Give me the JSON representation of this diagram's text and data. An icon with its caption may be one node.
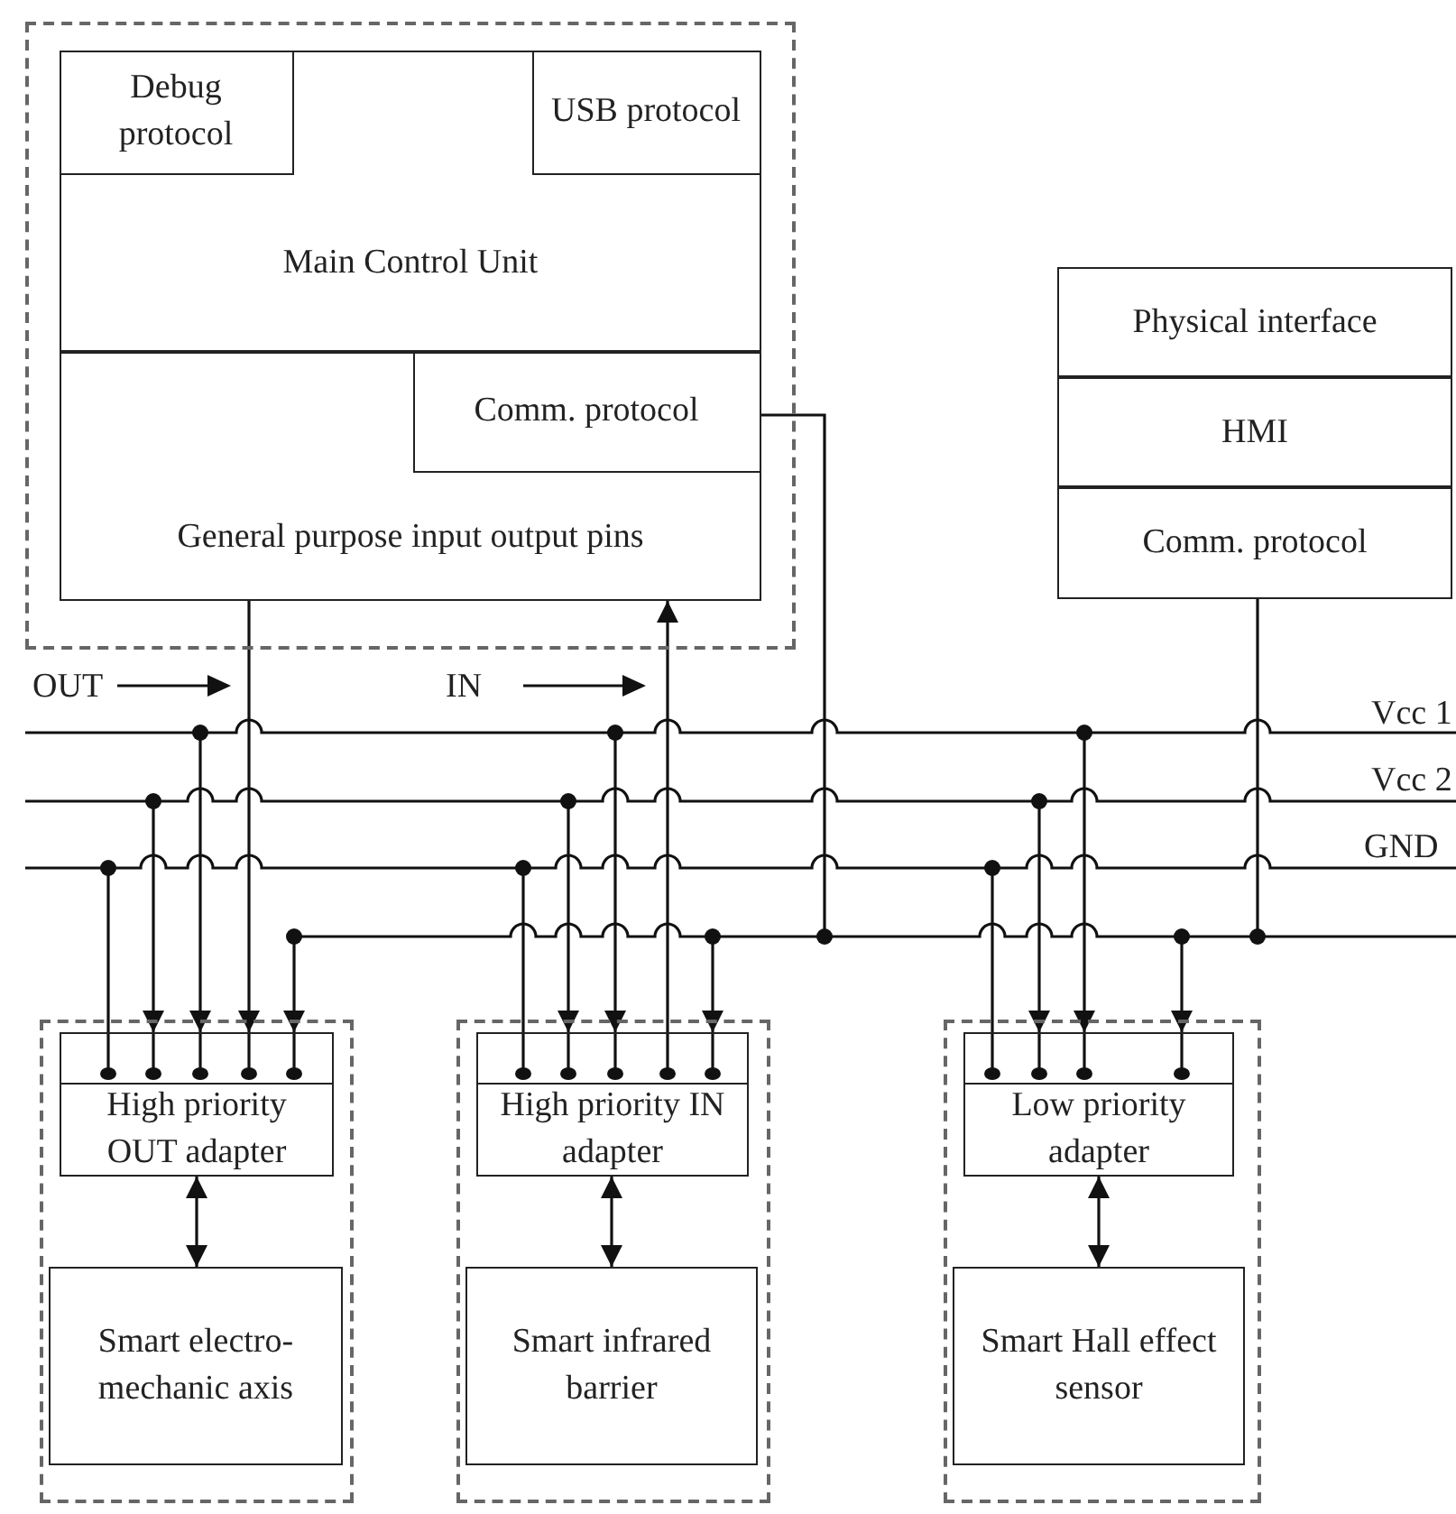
{
  "diagram": {
    "nodes": [
      {
        "text": [],
        "shape": "box"
      },
      {
        "text": [
          "Main Control Unit"
        ],
        "in": 0
      },
      {
        "text": [
          "Debug protocol"
        ],
        "in": 1
      },
      {
        "text": [
          "USB protocol"
        ],
        "in": 1
      },
      {
        "text": [
          "General purpose input output pins"
        ],
        "in": 0
      },
      {
        "text": [
          "Comm. protocol"
        ],
        "in": 4
      },
      {
        "text": [
          "Physical interface"
        ]
      },
      {
        "text": [
          "HMI"
        ]
      },
      {
        "text": [
          "Comm. protocol"
        ]
      },
      {
        "text": [],
        "shape": "box"
      },
      {
        "text": [
          "High priority OUT adapter"
        ],
        "in": 9
      },
      {
        "text": [
          "Smart electro-mechanic axis"
        ],
        "in": 9
      },
      {
        "text": [],
        "shape": "box"
      },
      {
        "text": [
          "High priority IN adapter"
        ],
        "in": 12
      },
      {
        "text": [
          "Smart infrared barrier"
        ],
        "in": 12
      },
      {
        "text": [],
        "shape": "box"
      },
      {
        "text": [
          "Low priority adapter"
        ],
        "in": 15
      },
      {
        "text": [
          "Smart Hall effect sensor"
        ],
        "in": 15
      },
      {
        "text": [],
        "shape": "line",
        "beside": [
          "Vcc 1"
        ]
      },
      {
        "text": [],
        "shape": "line",
        "beside": [
          "Vcc 2"
        ]
      },
      {
        "text": [],
        "shape": "line",
        "beside": [
          "GND"
        ]
      },
      {
        "text": [],
        "shape": "line"
      }
    ],
    "edges": [
      {
        "from": 4,
        "to": 10,
        "arrow": "to"
      },
      {
        "from": 13,
        "to": 4,
        "arrow": "to"
      },
      {
        "from": 5,
        "to": 21,
        "arrow": "other"
      },
      {
        "from": 8,
        "to": 21,
        "arrow": "other"
      },
      {
        "from": 20,
        "to": 10,
        "arrow": "other"
      },
      {
        "from": 19,
        "to": 10,
        "arrow": "to"
      },
      {
        "from": 18,
        "to": 10,
        "arrow": "to"
      },
      {
        "from": 21,
        "to": 10,
        "arrow": "to"
      },
      {
        "from": 20,
        "to": 13,
        "arrow": "other"
      },
      {
        "from": 19,
        "to": 13,
        "arrow": "to"
      },
      {
        "from": 18,
        "to": 13,
        "arrow": "to"
      },
      {
        "from": 21,
        "to": 13,
        "arrow": "to"
      },
      {
        "from": 20,
        "to": 16,
        "arrow": "other"
      },
      {
        "from": 19,
        "to": 16,
        "arrow": "to"
      },
      {
        "from": 18,
        "to": 16,
        "arrow": "to"
      },
      {
        "from": 21,
        "to": 16,
        "arrow": "to"
      },
      {
        "from": 10,
        "to": 11,
        "arrow": "both"
      },
      {
        "from": 13,
        "to": 14,
        "arrow": "both"
      },
      {
        "from": 16,
        "to": 17,
        "arrow": "both"
      }
    ],
    "labels": [
      "OUT",
      "IN"
    ]
  }
}
